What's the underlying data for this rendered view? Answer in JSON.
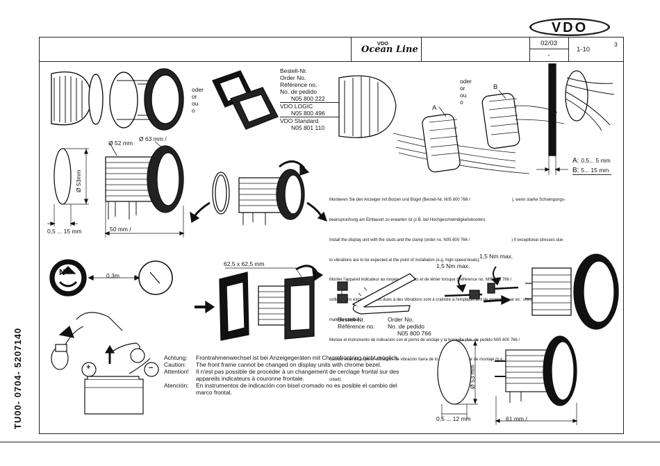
{
  "brand": {
    "logo": "VDO",
    "header_logo_small": "VDO",
    "header_logo_script": "Ocean Line"
  },
  "header": {
    "date": "02/03",
    "revision": "-",
    "page_range": "1-10",
    "page_number": "3"
  },
  "part_number_vertical": "TU00- 0704- 5207140",
  "top_left": {
    "oder_lines": [
      "oder",
      "or",
      "ou",
      "o"
    ],
    "order_labels": [
      "Bestell-Nr.",
      "Order No.",
      "Référence no.",
      "No. de pedido"
    ],
    "order_number_1": "N05 800 222",
    "vdo_logic_label": "VDO LOGIC",
    "order_number_2": "N05 800 496",
    "vdo_standard_label": "VDO Standard",
    "order_number_3": "N05 801 110"
  },
  "dims_left": {
    "d52": "Ø 52 mm",
    "d63": "Ø 63 mm /",
    "d53": "Ø 53mm",
    "thickness": "0,5 ... 15 mm",
    "length": "50 mm /"
  },
  "top_right": {
    "oder_lines": [
      "oder",
      "or",
      "ou",
      "o"
    ],
    "label_a": "A",
    "label_b": "B",
    "spec_a_label": "A:",
    "spec_a_value": "0,5... 5 mm",
    "spec_b_label": "B:",
    "spec_b_value": "5... 15 mm"
  },
  "mounting_text": [
    "Montieren Sie den Anzeiger mit Bolzen und Bügel (Bestell-Nr. N05 800 766 /                                    ), wenn starke Schwingungs-",
    "beanspruchung am Einbauort zu erwarten ist (z.B. bei Hochgeschwindigkeitsbooten).",
    "Install the display unit with the studs and the clamp (order no. N05 800 766 /                                    ) if exceptional stresses due",
    "to vibrations are to be expected at the point of installation (e.g. high-speed-boats).",
    "Monter l'appareil indicateur au moyen des pivots et de létrier lorsque (Référence no. N05 800 766 /                              ) des",
    "sollicitations exceptionnelles dues à des vibrations sont à craindre à l'emplacement de montage (par ex.: vitesse maxi-",
    "male du bateau).",
    "Montar el instrumento de indicación con el perno de anclaje y la horquilla (No. de pedido N05 800 766 /                                    ).",
    "cuando sean de esperar esfuerzos de vibración fuera de lo normal en el lugar de montaje (p.e. embarcación de alta velo-",
    "cidad)."
  ],
  "compass": {
    "letter": "N",
    "distance": "0,3m"
  },
  "square": {
    "size": "62,5 x 62,5 mm"
  },
  "clamp": {
    "col1": [
      "Bestell-Nr.",
      "Référence no."
    ],
    "col2": [
      "Order No.",
      "No. de pedido"
    ],
    "number": "N05 800 766"
  },
  "torque": {
    "label_1": "1,5 Nm max.",
    "label_2": "1,5 Nm max."
  },
  "battery": {
    "plus": "+",
    "minus": "−"
  },
  "notes": [
    {
      "label": "Achtung:",
      "text": "Frontrahmenwechsel ist bei Anzeigegeräten mit Chromfrontring nicht möglich."
    },
    {
      "label": "Caution:",
      "text": "The front frame cannot be changed on display units with chrome bezel."
    },
    {
      "label": "Attention!",
      "text": "Il n'est pas possible de procéder à un changement de cerclage frontal sur des"
    },
    {
      "label": "",
      "text": "appareils indicateurs à couronne frontale."
    },
    {
      "label": "Atención:",
      "text": "En instrumentos de indicación con bisel cromado no es posible el cambio del"
    },
    {
      "label": "",
      "text": "marco frontal."
    }
  ],
  "dims_right": {
    "d53": "Ø 53 mm",
    "thickness": "0,5 ... 12 mm",
    "length": "61 mm /"
  }
}
